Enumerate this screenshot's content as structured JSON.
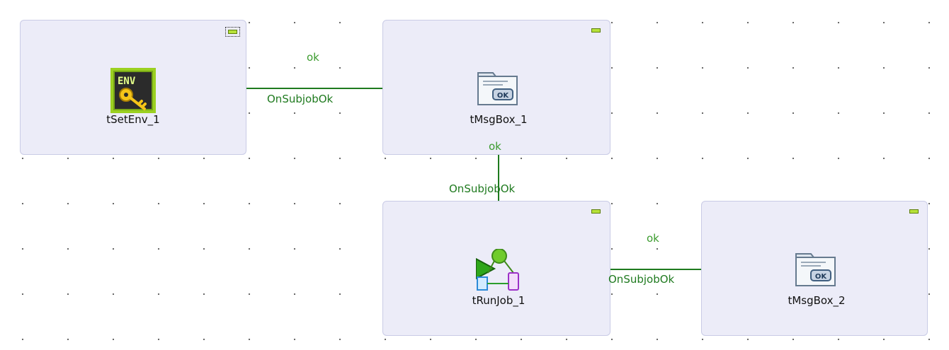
{
  "subjobs": [
    {
      "id": "subjob-1",
      "components": [
        {
          "id": "tSetEnv_1",
          "label": "tSetEnv_1",
          "icon": "env-key-icon",
          "icon_text": "ENV"
        }
      ]
    },
    {
      "id": "subjob-2",
      "components": [
        {
          "id": "tMsgBox_1",
          "label": "tMsgBox_1",
          "icon": "message-box-icon",
          "icon_text": "OK"
        }
      ]
    },
    {
      "id": "subjob-3",
      "components": [
        {
          "id": "tRunJob_1",
          "label": "tRunJob_1",
          "icon": "run-job-icon"
        }
      ]
    },
    {
      "id": "subjob-4",
      "components": [
        {
          "id": "tMsgBox_2",
          "label": "tMsgBox_2",
          "icon": "message-box-icon",
          "icon_text": "OK"
        }
      ]
    }
  ],
  "links": [
    {
      "from": "tSetEnv_1",
      "to": "tMsgBox_1",
      "status": "ok",
      "trigger": "OnSubjobOk"
    },
    {
      "from": "tMsgBox_1",
      "to": "tRunJob_1",
      "status": "ok",
      "trigger": "OnSubjobOk"
    },
    {
      "from": "tRunJob_1",
      "to": "tMsgBox_2",
      "status": "ok",
      "trigger": "OnSubjobOk"
    }
  ],
  "colors": {
    "link_line": "#1e7a1e",
    "status_text": "#3b9b2e",
    "subjob_background": "#ececf8",
    "subjob_border": "#c9cbe6",
    "collapse_button": "#b7e23a"
  }
}
